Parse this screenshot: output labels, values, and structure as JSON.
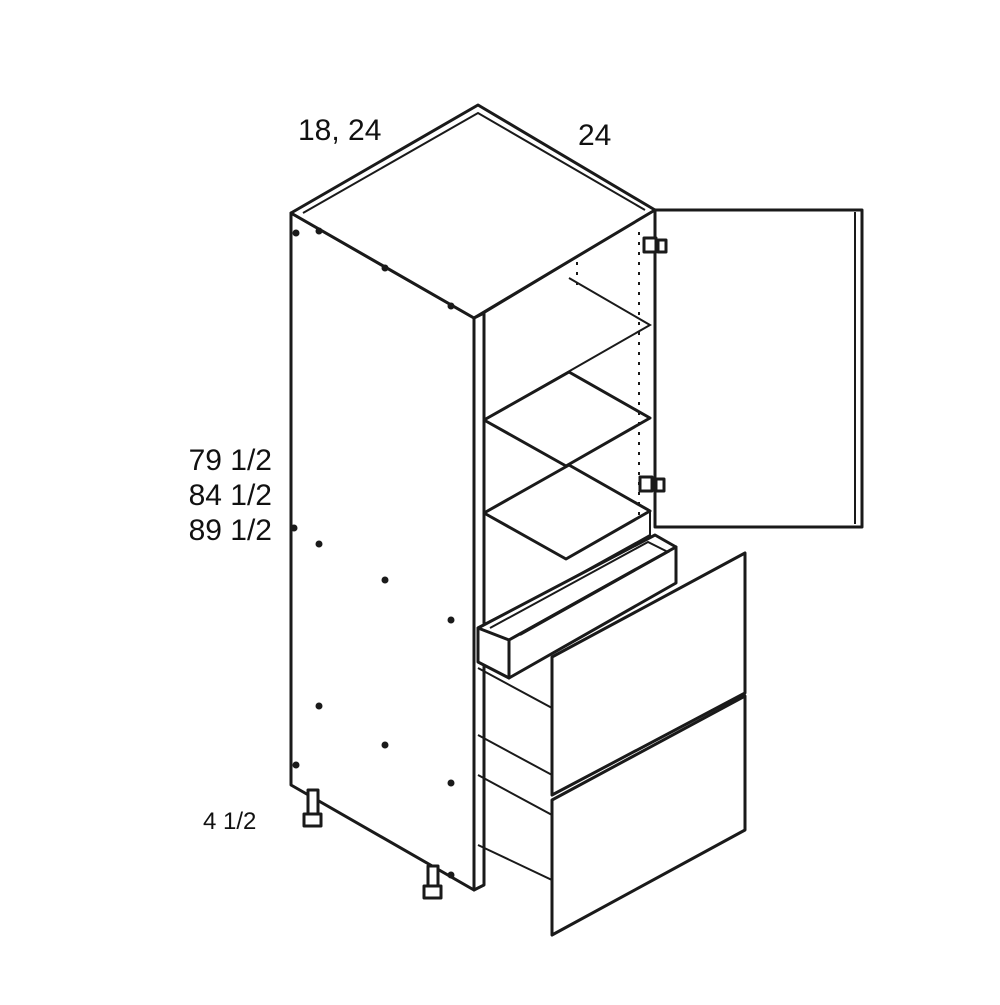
{
  "dimensions": {
    "width": "18, 24",
    "depth": "24",
    "heights": [
      "79 1/2",
      "84 1/2",
      "89 1/2"
    ],
    "toe_kick": "4 1/2"
  },
  "drawing": {
    "subject": "tall-cabinet-with-door-and-two-drawers-and-rollout",
    "line_color": "#1a1a1a",
    "fill_color": "#ffffff"
  }
}
